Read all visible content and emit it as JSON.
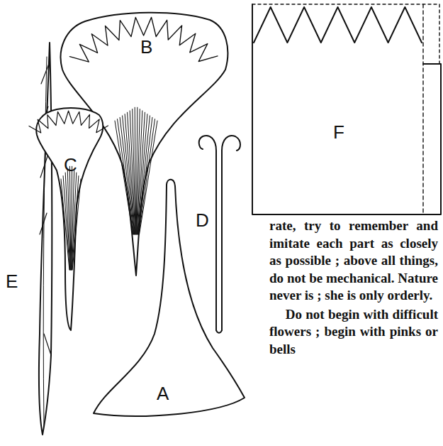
{
  "diagram": {
    "labels": [
      "B",
      "C",
      "F",
      "E",
      "D",
      "A",
      "rate, try to remember and imitate each part as closely as possible ; above all things, do not be mechanical. Nature never is ; she is only orderly.",
      "Do not begin with difficult flowers ; begin with pinks or bells"
    ]
  }
}
